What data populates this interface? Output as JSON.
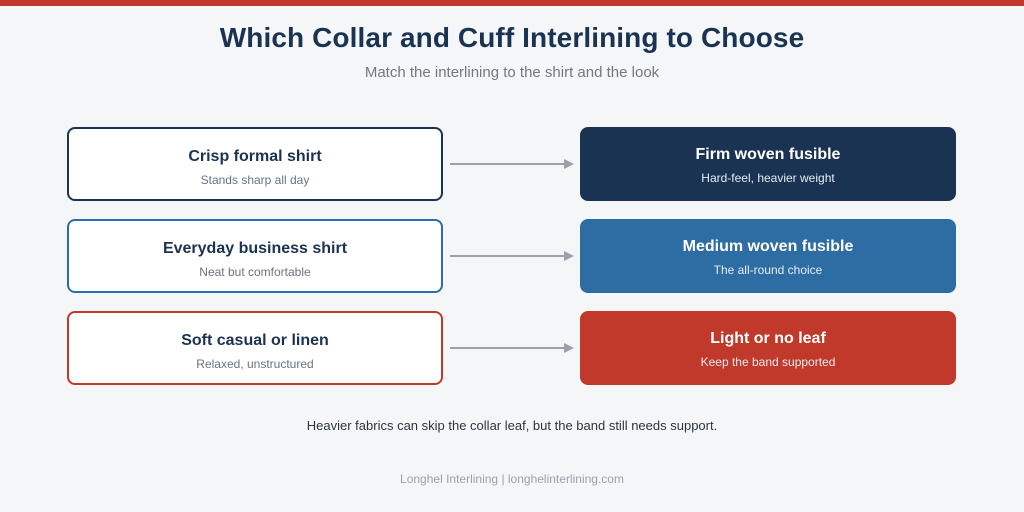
{
  "title": "Which Collar and Cuff Interlining to Choose",
  "subtitle": "Match the interlining to the shirt and the look",
  "rows": [
    {
      "shirt": "Crisp formal shirt",
      "shirt_desc": "Stands sharp all day",
      "interlining": "Firm woven fusible",
      "interlining_desc": "Hard-feel, heavier weight"
    },
    {
      "shirt": "Everyday business shirt",
      "shirt_desc": "Neat but comfortable",
      "interlining": "Medium woven fusible",
      "interlining_desc": "The all-round choice"
    },
    {
      "shirt": "Soft casual or linen",
      "shirt_desc": "Relaxed, unstructured",
      "interlining": "Light or no leaf",
      "interlining_desc": "Keep the band supported"
    }
  ],
  "colors": {
    "accent_bar": "#c0392b",
    "navy": "#1b3352",
    "blue": "#2e6da4",
    "red": "#c0392b",
    "arrow": "#9aa1aa"
  },
  "note": "Heavier fabrics can skip the collar leaf, but the band still needs support.",
  "footer": "Longhel Interlining | longhelinterlining.com"
}
